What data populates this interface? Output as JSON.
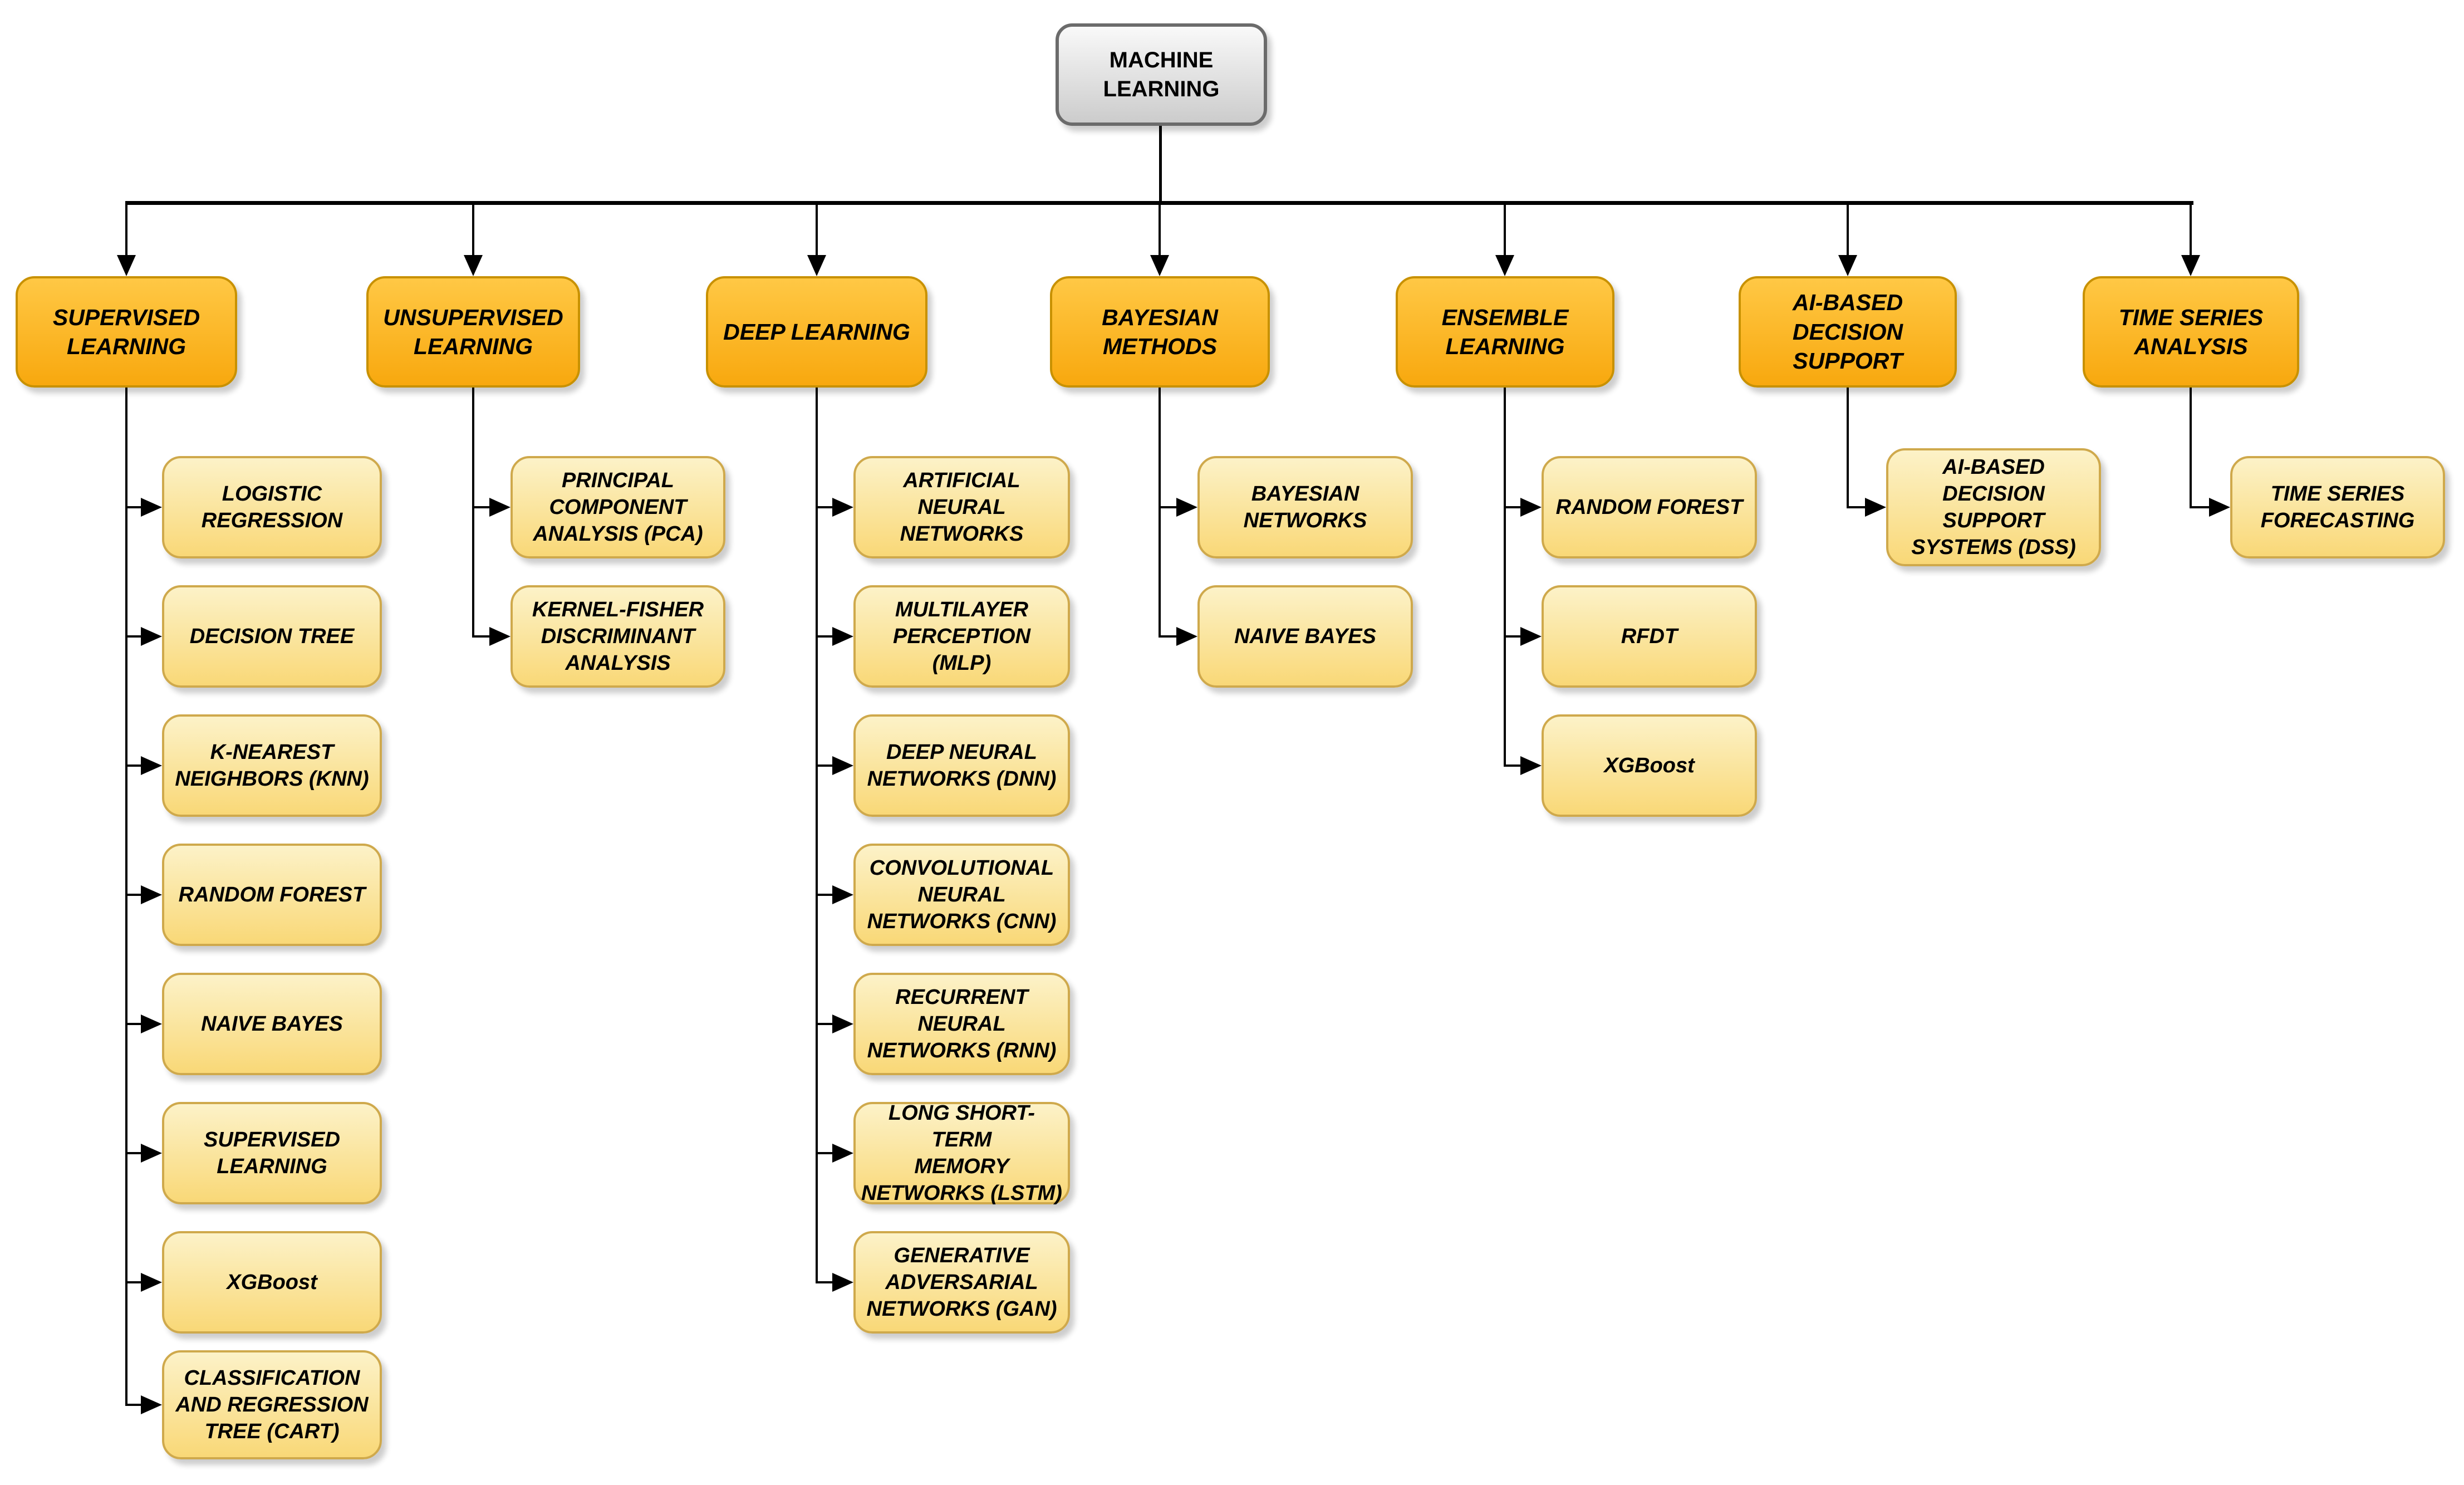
{
  "root": {
    "label": "MACHINE\nLEARNING"
  },
  "categories": [
    {
      "label": "SUPERVISED\nLEARNING",
      "children": [
        "LOGISTIC\nREGRESSION",
        "DECISION TREE",
        "K-NEAREST\nNEIGHBORS (KNN)",
        "RANDOM FOREST",
        "NAIVE BAYES",
        "SUPERVISED\nLEARNING",
        "XGBoost",
        "CLASSIFICATION\nAND REGRESSION\nTREE (CART)"
      ]
    },
    {
      "label": "UNSUPERVISED\nLEARNING",
      "children": [
        "PRINCIPAL\nCOMPONENT\nANALYSIS (PCA)",
        "KERNEL-FISHER\nDISCRIMINANT\nANALYSIS"
      ]
    },
    {
      "label": "DEEP LEARNING",
      "children": [
        "ARTIFICIAL\nNEURAL\nNETWORKS",
        "MULTILAYER\nPERCEPTION (MLP)",
        "DEEP NEURAL\nNETWORKS (DNN)",
        "CONVOLUTIONAL\nNEURAL\nNETWORKS (CNN)",
        "RECURRENT\nNEURAL\nNETWORKS (RNN)",
        "LONG SHORT-TERM\nMEMORY\nNETWORKS (LSTM)",
        "GENERATIVE\nADVERSARIAL\nNETWORKS (GAN)"
      ]
    },
    {
      "label": "BAYESIAN\nMETHODS",
      "children": [
        "BAYESIAN\nNETWORKS",
        "NAIVE BAYES"
      ]
    },
    {
      "label": "ENSEMBLE\nLEARNING",
      "children": [
        "RANDOM FOREST",
        "RFDT",
        "XGBoost"
      ]
    },
    {
      "label": "AI-BASED\nDECISION\nSUPPORT",
      "children": [
        "AI-BASED\nDECISION\nSUPPORT\nSYSTEMS (DSS)"
      ]
    },
    {
      "label": "TIME SERIES\nANALYSIS",
      "children": [
        "TIME SERIES\nFORECASTING"
      ]
    }
  ],
  "colors": {
    "background": "#FFFFFF",
    "connector": "#000000",
    "root_fill_top": "#F9F9F9",
    "root_fill_bottom": "#CCCCCC",
    "root_border": "#6B6B6B",
    "category_fill_top": "#FFC845",
    "category_fill_bottom": "#F8A80E",
    "category_border": "#C89100",
    "child_fill_top": "#FCF2C8",
    "child_fill_bottom": "#F9D877",
    "child_border": "#CFA94C"
  }
}
